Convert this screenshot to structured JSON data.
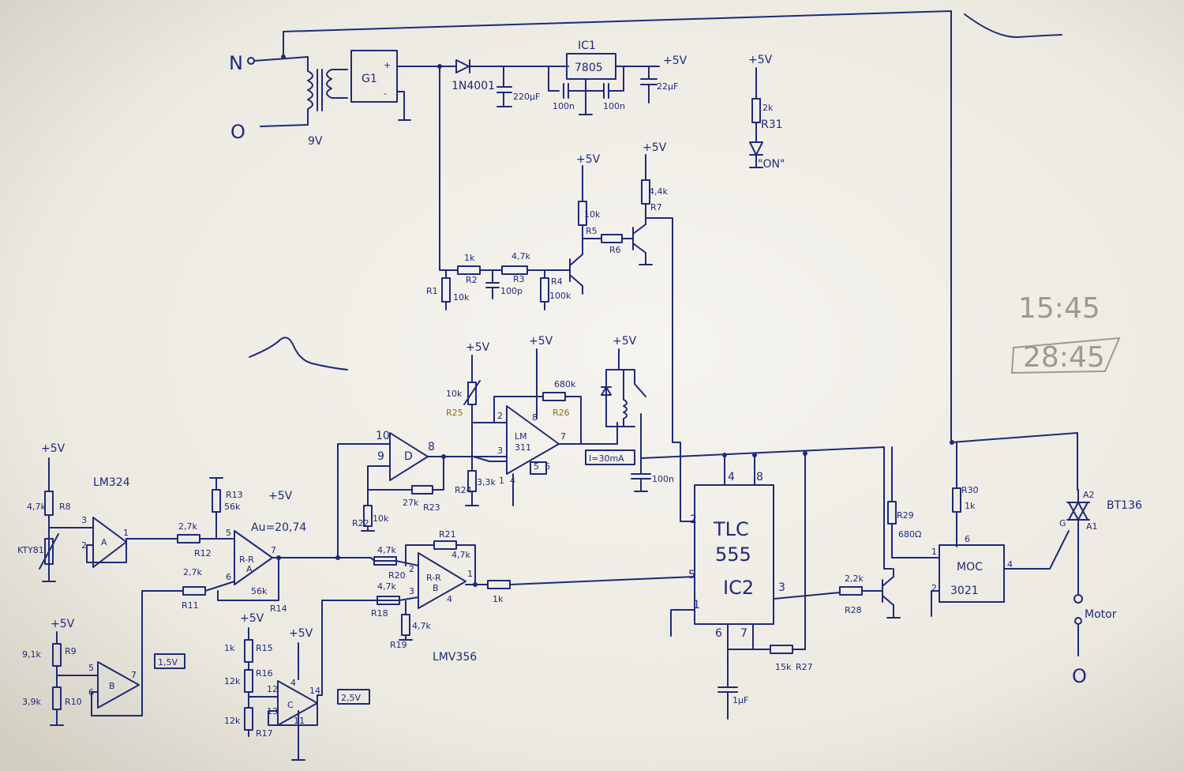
{
  "supply": {
    "n": "N",
    "o": "O",
    "v9": "9V",
    "g1": "G1",
    "plus": "+",
    "minus": "-",
    "diode": "1N4001",
    "c_bulk": "220µF",
    "ic1": "IC1",
    "reg": "7805",
    "c100a": "100n",
    "c100b": "100n",
    "c_out": "22µF",
    "v5": "+5V"
  },
  "led": {
    "v5": "+5V",
    "r_val": "2k",
    "r_ref": "R31",
    "label": "\"ON\""
  },
  "zero_cross": {
    "v5a": "+5V",
    "v5b": "+5V",
    "r1_ref": "R1",
    "r1_val": "10k",
    "r2_val": "1k",
    "r2_ref": "R2",
    "c_val": "100p",
    "r3_val": "4,7k",
    "r3_ref": "R3",
    "r4_ref": "R4",
    "r4_val": "100k",
    "r5_val": "10k",
    "r5_ref": "R5",
    "r6_ref": "R6",
    "r7_val": "4,4k",
    "r7_ref": "R7"
  },
  "sensor": {
    "v5": "+5V",
    "r8_val": "4,7k",
    "r8_ref": "R8",
    "ntc": "KTY81",
    "ic": "LM324",
    "pin3": "3",
    "pin2": "2",
    "pin1": "1",
    "oa_a": "A",
    "r12_val": "2,7k",
    "r12_ref": "R12",
    "r13_ref": "R13",
    "r13_val": "56k",
    "v5b": "+5V",
    "gain": "Au=20,74",
    "pin5": "5",
    "pin6": "6",
    "pin7": "7",
    "oa_ra": "R-R",
    "oa_ra2": "A",
    "r11_val": "2,7k",
    "r11_ref": "R11",
    "r14_val": "56k",
    "r14_ref": "R14"
  },
  "ref": {
    "v5": "+5V",
    "r9_val": "9,1k",
    "r9_ref": "R9",
    "r10_val": "3,9k",
    "r10_ref": "R10",
    "pin5": "5",
    "pin6": "6",
    "pin7": "7",
    "oa_b": "B",
    "box": "1,5V"
  },
  "ref2": {
    "v5a": "+5V",
    "v5b": "+5V",
    "r15_val": "1k",
    "r15_ref": "R15",
    "r16_val": "12k",
    "r16_ref": "R16",
    "r17_val": "12k",
    "r17_ref": "R17",
    "pin12": "12",
    "pin13": "13",
    "pin14": "14",
    "pin4": "4",
    "pin11": "11",
    "oa_c": "C",
    "box": "2,5V"
  },
  "comparator": {
    "pin10": "10",
    "pin9": "9",
    "pin8": "8",
    "oa_d": "D",
    "r22_ref": "R22",
    "r22_val": "10k",
    "r23_val": "27k",
    "r23_ref": "R23"
  },
  "diff": {
    "ic": "LMV356",
    "r20_val": "4,7k",
    "r20_ref": "R20",
    "r21_ref": "R21",
    "r21_val": "4,7k",
    "r18_val": "4,7k",
    "r18_ref": "R18",
    "r19_val": "4,7k",
    "r19_ref": "R19",
    "oa_rr": "R-R",
    "oa_b": "B",
    "pin2": "2",
    "pin3": "3",
    "pin1": "1",
    "pin4": "4",
    "r_out": "1k"
  },
  "driver": {
    "v5a": "+5V",
    "v5b": "+5V",
    "r25_val": "10k",
    "r25_ref": "R25",
    "r24_val": "3,3k",
    "r24_ref": "R24",
    "r26_val": "680k",
    "r26_ref": "R26",
    "ic": "LM",
    "ic2": "311",
    "pin2": "2",
    "pin3": "3",
    "pin1": "1",
    "pin4": "4",
    "pin7": "7",
    "pin8": "8",
    "pin5": "5",
    "pin6": "6",
    "v5c": "+5V",
    "box": "I=30mA",
    "c_val": "100n"
  },
  "timer": {
    "l1": "TLC",
    "l2": "555",
    "l3": "IC2",
    "p1": "1",
    "p2": "2",
    "p3": "3",
    "p4": "4",
    "p5": "5",
    "p6": "6",
    "p7": "7",
    "p8": "8",
    "r27_val": "15k",
    "r27_ref": "R27",
    "c_val": "1µF"
  },
  "output": {
    "r28_val": "2,2k",
    "r28_ref": "R28",
    "r29_ref": "R29",
    "r29_val": "680Ω",
    "r30_ref": "R30",
    "r30_val": "1k",
    "moc1": "MOC",
    "moc2": "3021",
    "p1": "1",
    "p2": "2",
    "p4": "4",
    "p6": "6",
    "triac": "BT136",
    "a2": "A2",
    "a1": "A1",
    "g": "G",
    "motor": "Motor",
    "o": "O"
  },
  "times": {
    "t1": "15:45",
    "t2": "28:45"
  }
}
